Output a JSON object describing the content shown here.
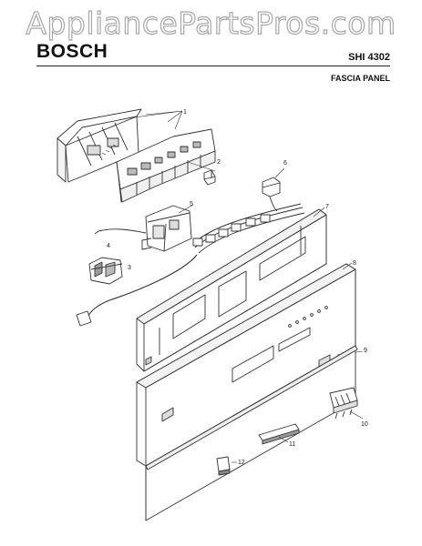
{
  "watermark": "AppliancePartsPros.com",
  "header": {
    "brand": "BOSCH",
    "model": "SHI 4302",
    "section": "FASCIA PANEL"
  },
  "callouts": [
    "1",
    "2",
    "3",
    "4",
    "5",
    "6",
    "7",
    "8",
    "9",
    "10",
    "11",
    "12"
  ]
}
